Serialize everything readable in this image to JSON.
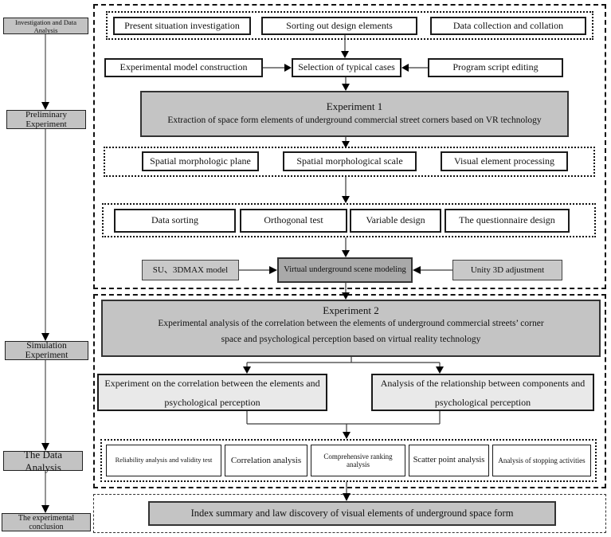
{
  "left_column": {
    "items": [
      {
        "label": "Investigation and Data Analysis"
      },
      {
        "label": "Preliminary Experiment"
      },
      {
        "label": "Simulation Experiment"
      },
      {
        "label": "The Data Analysis"
      },
      {
        "label": "The experimental conclusion"
      }
    ]
  },
  "phase1": {
    "row1": [
      "Present situation investigation",
      "Sorting out design elements",
      "Data collection and collation"
    ],
    "row2": [
      "Experimental model construction",
      "Selection of typical cases",
      "Program script editing"
    ],
    "experiment1": {
      "title": "Experiment 1",
      "subtitle": "Extraction of space form elements of underground commercial street corners based on VR technology"
    },
    "row3": [
      "Spatial morphologic plane",
      "Spatial morphological scale",
      "Visual element processing"
    ],
    "row4": [
      "Data sorting",
      "Orthogonal test",
      "Variable design",
      "The questionnaire design"
    ],
    "modeling": {
      "left": "SU、3DMAX model",
      "center": "Virtual underground scene modeling",
      "right": "Unity 3D adjustment"
    }
  },
  "phase2": {
    "experiment2": {
      "title": "Experiment 2",
      "line1": "Experimental analysis of the correlation between the elements of underground commercial streets’ corner",
      "line2": "space and psychological perception based on virtual reality technology"
    },
    "branch_left": "Experiment on the correlation between the elements and psychological perception",
    "branch_right": "Analysis of the relationship between components and psychological perception",
    "analysis_row": [
      "Reliability analysis and validity test",
      "Correlation analysis",
      "Comprehensive ranking analysis",
      "Scatter point analysis",
      "Analysis of stopping activities"
    ]
  },
  "phase3": {
    "conclusion": "Index summary and law discovery of visual elements of underground space form"
  },
  "colors": {
    "box_gray": "#c4c4c4",
    "box_light_gray": "#c9c9c9",
    "box_medium_gray": "#a9a9a9",
    "box_pale": "#e9e9e9",
    "border": "#1a1a1a"
  }
}
